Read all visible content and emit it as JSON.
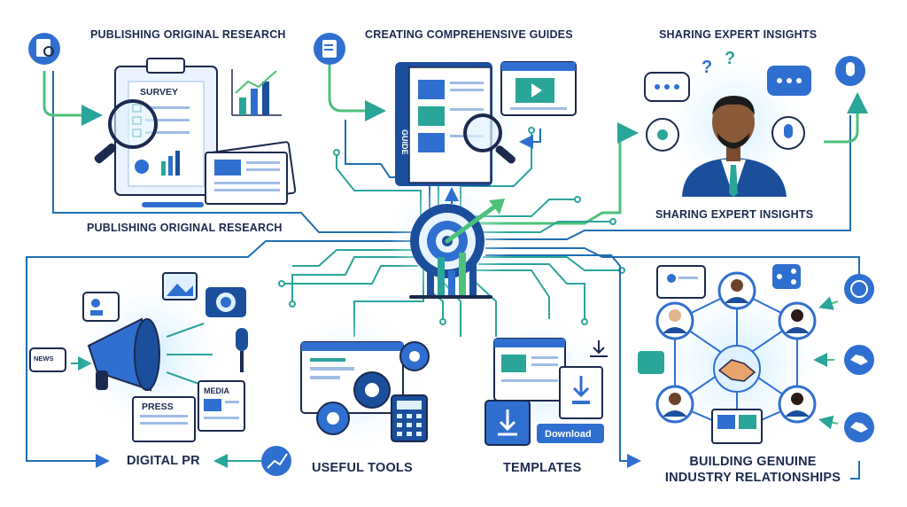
{
  "labels": {
    "research_top": "PUBLISHING ORIGINAL RESEARCH",
    "guides_top": "CREATING COMPREHENSIVE GUIDES",
    "insights_top": "SHARING EXPERT INSIGHTS",
    "research_bottom": "PUBLISHING ORIGINAL RESEARCH",
    "insights_bottom": "SHARING EXPERT INSIGHTS",
    "digital_pr": "DIGITAL PR",
    "useful_tools": "USEFUL TOOLS",
    "templates": "TEMPLATES",
    "relationships_line1": "BUILDING GENUINE",
    "relationships_line2": "INDUSTRY RELATIONSHIPS"
  },
  "illustration_text": {
    "survey": "SURVEY",
    "guide": "GUIDE",
    "news": "NEWS",
    "press": "PRESS",
    "media": "MEDIA",
    "download": "Download"
  },
  "colors": {
    "navy": "#1b2a4e",
    "blue": "#2f6fd0",
    "teal": "#2aa59a",
    "green": "#4cc17a",
    "light_blue": "#dcefff"
  }
}
